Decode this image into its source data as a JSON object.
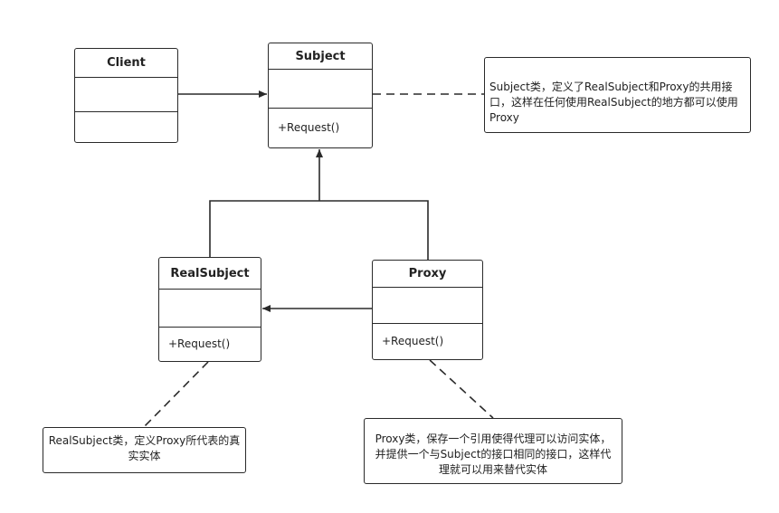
{
  "classes": {
    "client": {
      "name": "Client",
      "operation": ""
    },
    "subject": {
      "name": "Subject",
      "operation": "+Request()"
    },
    "real_subject": {
      "name": "RealSubject",
      "operation": "+Request()"
    },
    "proxy": {
      "name": "Proxy",
      "operation": "+Request()"
    }
  },
  "notes": {
    "subject_note": "Subject类，定义了RealSubject和Proxy的共用接口，这样在任何使用RealSubject的地方都可以使用Proxy",
    "real_subject_note": "RealSubject类，定义Proxy所代表的真实实体",
    "proxy_note": "Proxy类，保存一个引用使得代理可以访问实体，并提供一个与Subject的接口相同的接口，这样代理就可以用来替代实体"
  },
  "colors": {
    "line": "#2a2a2a",
    "background": "#ffffff"
  }
}
